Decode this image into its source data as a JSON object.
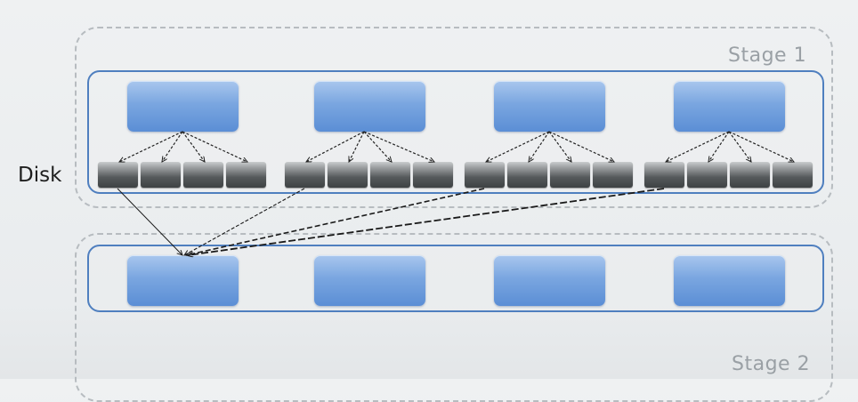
{
  "labels": {
    "disk": "Disk",
    "stage1": "Stage 1",
    "stage2": "Stage 2"
  },
  "stage1": {
    "task_count": 4,
    "partitions_per_task": 4
  },
  "stage2": {
    "task_count": 4
  },
  "colors": {
    "stage_border": "#4f7fbf",
    "task_fill": "#7aa6e0",
    "disk_fill": "#55595b",
    "dashed_outline": "#b7bcc0",
    "arrow": "#222222"
  }
}
